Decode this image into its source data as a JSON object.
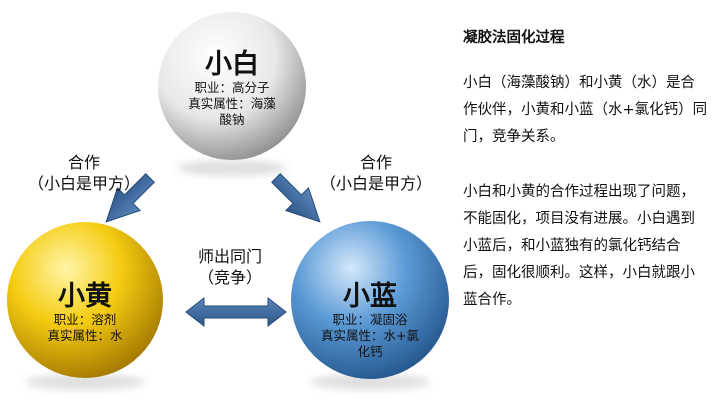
{
  "spheres": {
    "white": {
      "name": "小白",
      "job": "职业：高分子",
      "attr": "真实属性：海藻酸钠",
      "color": "#d9d9d9"
    },
    "yellow": {
      "name": "小黄",
      "job": "职业：溶剂",
      "attr": "真实属性：水",
      "color": "#f2c200"
    },
    "blue": {
      "name": "小蓝",
      "job": "职业：凝固浴",
      "attr": "真实属性：水+氯化钙",
      "color": "#4f8fcc"
    }
  },
  "relations": {
    "left": {
      "line1": "合作",
      "line2": "（小白是甲方）"
    },
    "right": {
      "line1": "合作",
      "line2": "（小白是甲方）"
    },
    "bottom": {
      "line1": "师出同门",
      "line2": "（竞争）"
    }
  },
  "panel": {
    "title": "凝胶法固化过程",
    "para1": "小白（海藻酸钠）和小黄（水）是合作伙伴，小黄和小蓝（水+氯化钙）同门，竞争关系。",
    "para2": "小白和小黄的合作过程出现了问题，不能固化，项目没有进展。小白遇到小蓝后，和小蓝独有的氯化钙结合后，固化很顺利。这样，小白就跟小蓝合作。"
  }
}
